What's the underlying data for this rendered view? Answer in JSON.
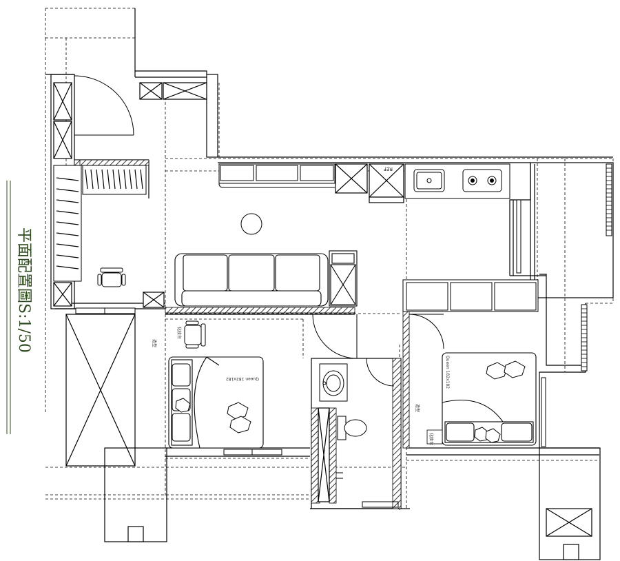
{
  "title": {
    "text": "平面配置圖S:1/50"
  },
  "labels": {
    "fridge": "REF",
    "bed_left": "Queen 182x182",
    "bed_right": "Queen 182x182",
    "small_left": "化妝台",
    "small_left2": "造型",
    "small_right": "造型",
    "small_right2": "化妝台"
  }
}
